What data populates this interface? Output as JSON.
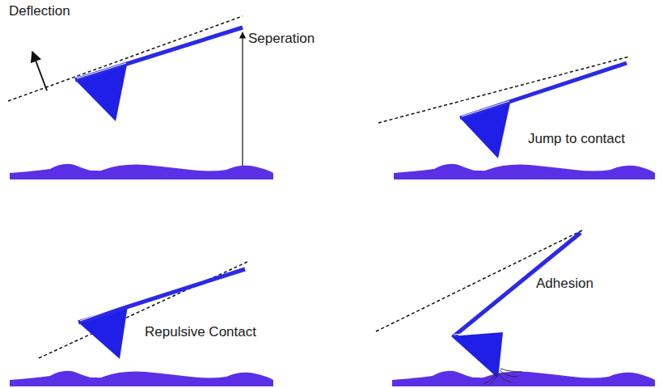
{
  "diagram": {
    "labels": [
      "Deflection",
      "Seperation",
      "Jump to contact",
      "Repulsive Contact",
      "Adhesion"
    ]
  }
}
